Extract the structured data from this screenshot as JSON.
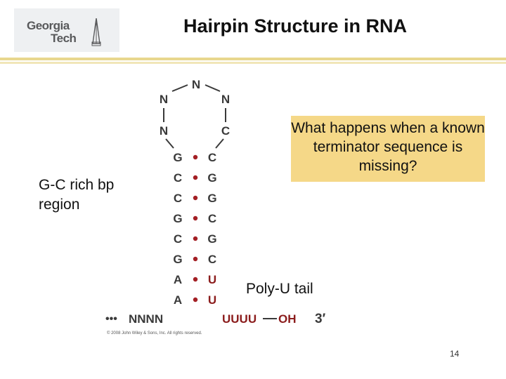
{
  "logo": {
    "line1": "Georgia",
    "line2": "Tech"
  },
  "title": "Hairpin Structure in RNA",
  "callout": {
    "text": "What happens when a known terminator sequence is missing?"
  },
  "labels": {
    "gc_region": "G-C rich bp region",
    "poly_u": "Poly-U tail"
  },
  "hairpin": {
    "loop": {
      "top": "N",
      "upper_left": "N",
      "upper_right": "N",
      "lower_left": "N",
      "lower_right": "C"
    },
    "stem": [
      {
        "left": "G",
        "right": "C"
      },
      {
        "left": "C",
        "right": "G"
      },
      {
        "left": "C",
        "right": "G"
      },
      {
        "left": "G",
        "right": "C"
      },
      {
        "left": "C",
        "right": "G"
      },
      {
        "left": "G",
        "right": "C"
      },
      {
        "left": "A",
        "right": "U"
      },
      {
        "left": "A",
        "right": "U"
      }
    ],
    "five_prime_dots": "•••",
    "five_prime_tail": "NNNN",
    "three_prime_tail": "UUUU",
    "oh": "OH",
    "three_prime_label": "3′",
    "copyright": "© 2008 John Wiley & Sons, Inc. All rights reserved."
  },
  "colors": {
    "base_dark": "#3a3a3a",
    "base_u": "#8b1c1c",
    "pair_dot": "#a31f24",
    "callout_bg": "#f5d888",
    "rule": "#e8d78e"
  },
  "page_number": "14"
}
